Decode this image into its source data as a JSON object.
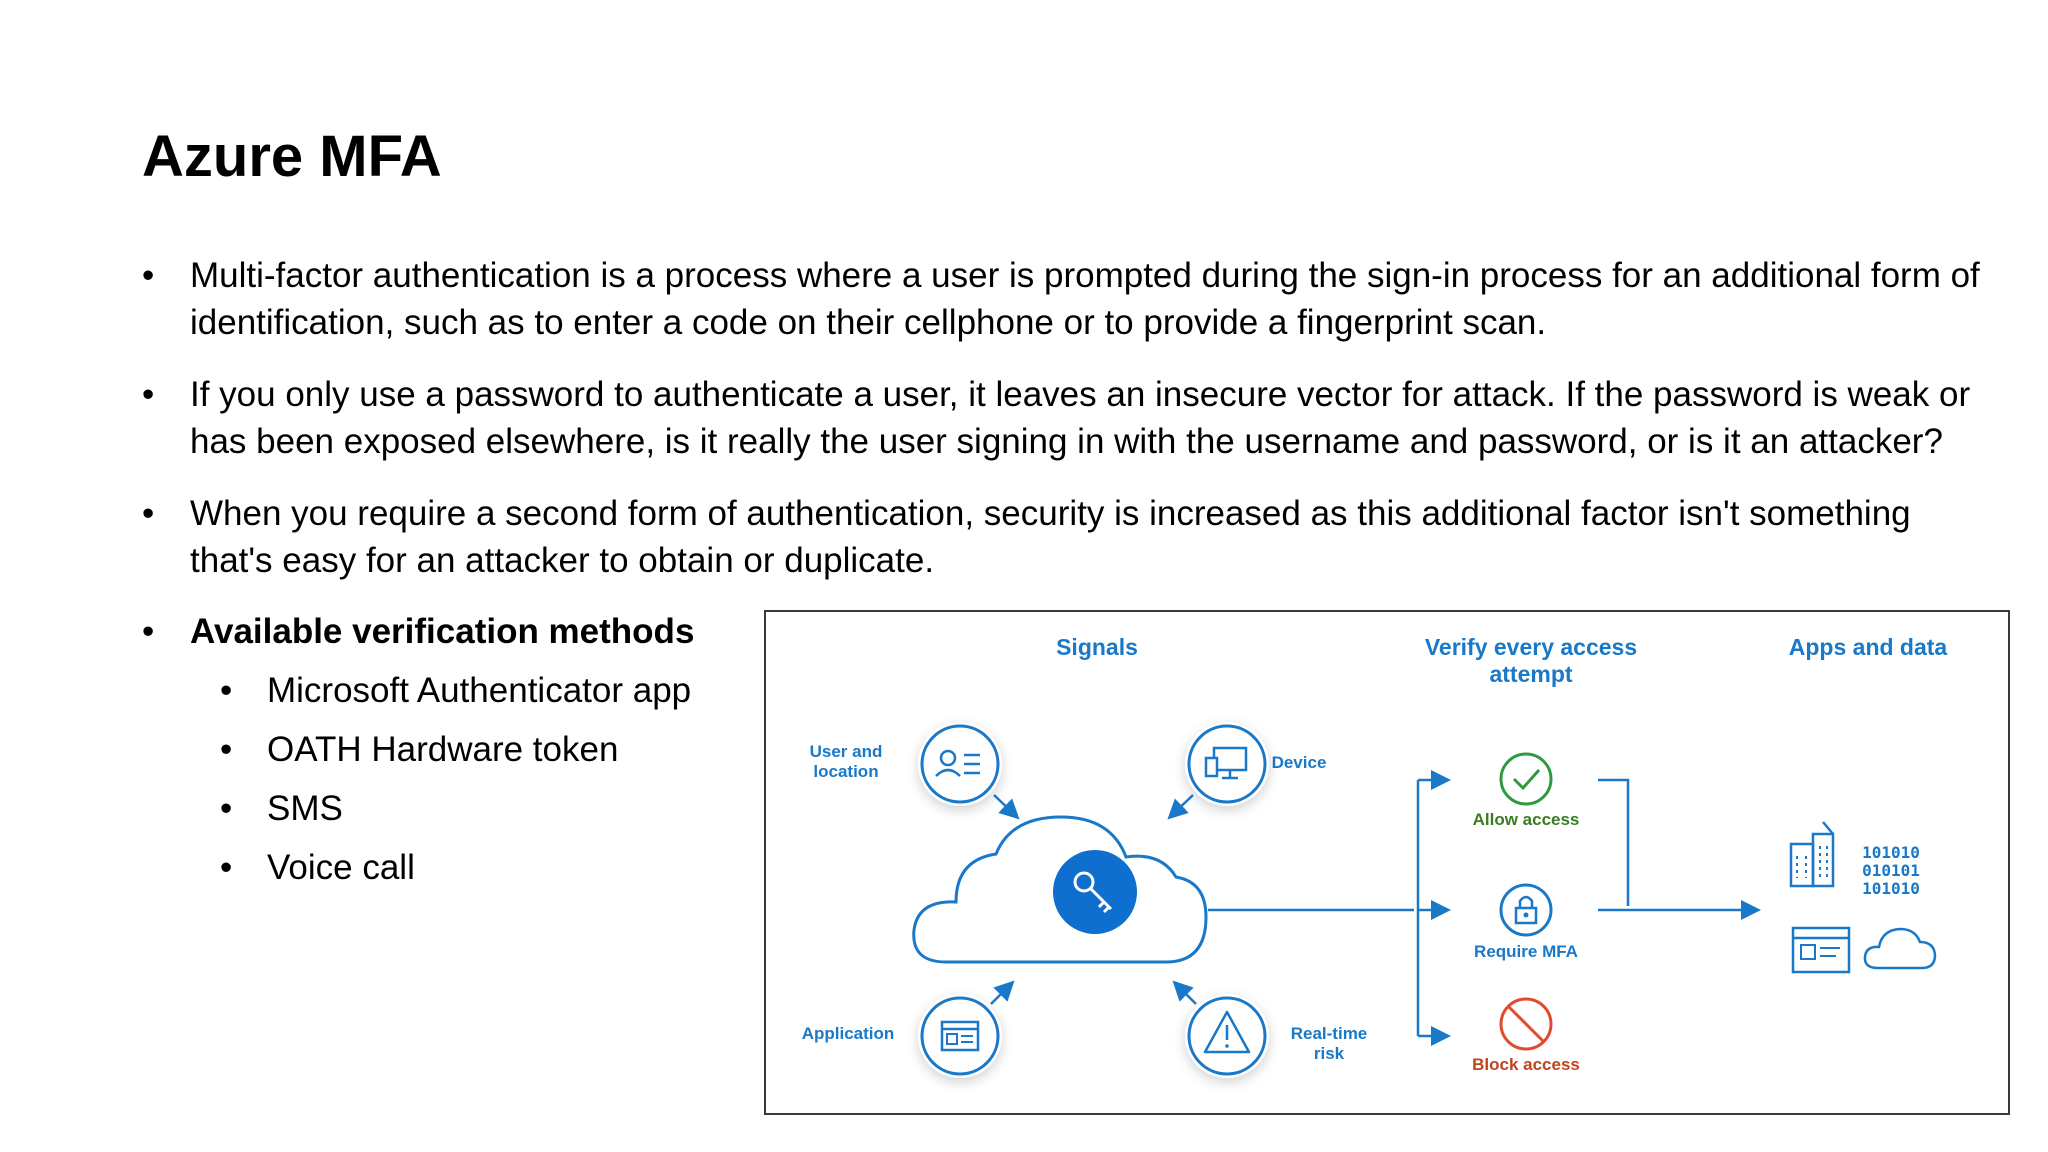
{
  "slide": {
    "title": "Azure MFA",
    "bullets": [
      "Multi-factor authentication is a process where a user is prompted during the sign-in process for an additional form of identification, such as to enter a code on their cellphone or to provide a fingerprint scan.",
      "If you only use a password to authenticate a user, it leaves an insecure vector for attack. If the password is weak or has been exposed elsewhere, is it really the user signing in with the username and password, or is it an attacker?",
      "When you require a second form of authentication, security is increased as this additional factor isn't something that's easy for an attacker to obtain or duplicate."
    ],
    "methods_heading": "Available verification methods",
    "methods": [
      "Microsoft Authenticator app",
      "OATH Hardware token",
      "SMS",
      "Voice call"
    ]
  },
  "diagram": {
    "signals_header": "Signals",
    "verify_header_line1": "Verify every access",
    "verify_header_line2": "attempt",
    "apps_header": "Apps and data",
    "user_location_line1": "User and",
    "user_location_line2": "location",
    "device": "Device",
    "application": "Application",
    "risk_line1": "Real-time",
    "risk_line2": "risk",
    "allow": "Allow access",
    "require": "Require MFA",
    "block": "Block access",
    "binary_line1": "101010",
    "binary_line2": "010101",
    "binary_line3": "101010",
    "colors": {
      "accent": "#1a78c8",
      "allow": "#2e9a3e",
      "allow_text": "#3a7d22",
      "block": "#e04a2e",
      "block_text": "#c0451c"
    }
  }
}
